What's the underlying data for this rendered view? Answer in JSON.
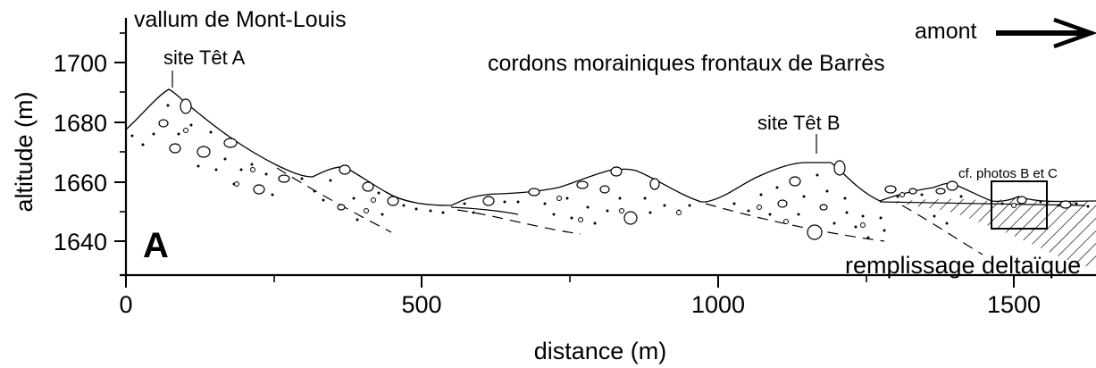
{
  "labels": {
    "vallum": "vallum de Mont-Louis",
    "amont": "amont",
    "cordons": "cordons morainiques frontaux de Barrès",
    "site_a": "site Têt A",
    "site_b": "site Têt B",
    "photos": "cf. photos B et C",
    "remplissage": "remplissage deltaïque",
    "panel": "A"
  },
  "axes": {
    "y_label": "altitude (m)",
    "x_label": "distance (m)",
    "y_ticks": [
      "1700",
      "1680",
      "1660",
      "1640"
    ],
    "x_ticks": [
      "0",
      "500",
      "1000",
      "1500"
    ]
  },
  "colors": {
    "ink": "#000000",
    "background": "#ffffff"
  }
}
